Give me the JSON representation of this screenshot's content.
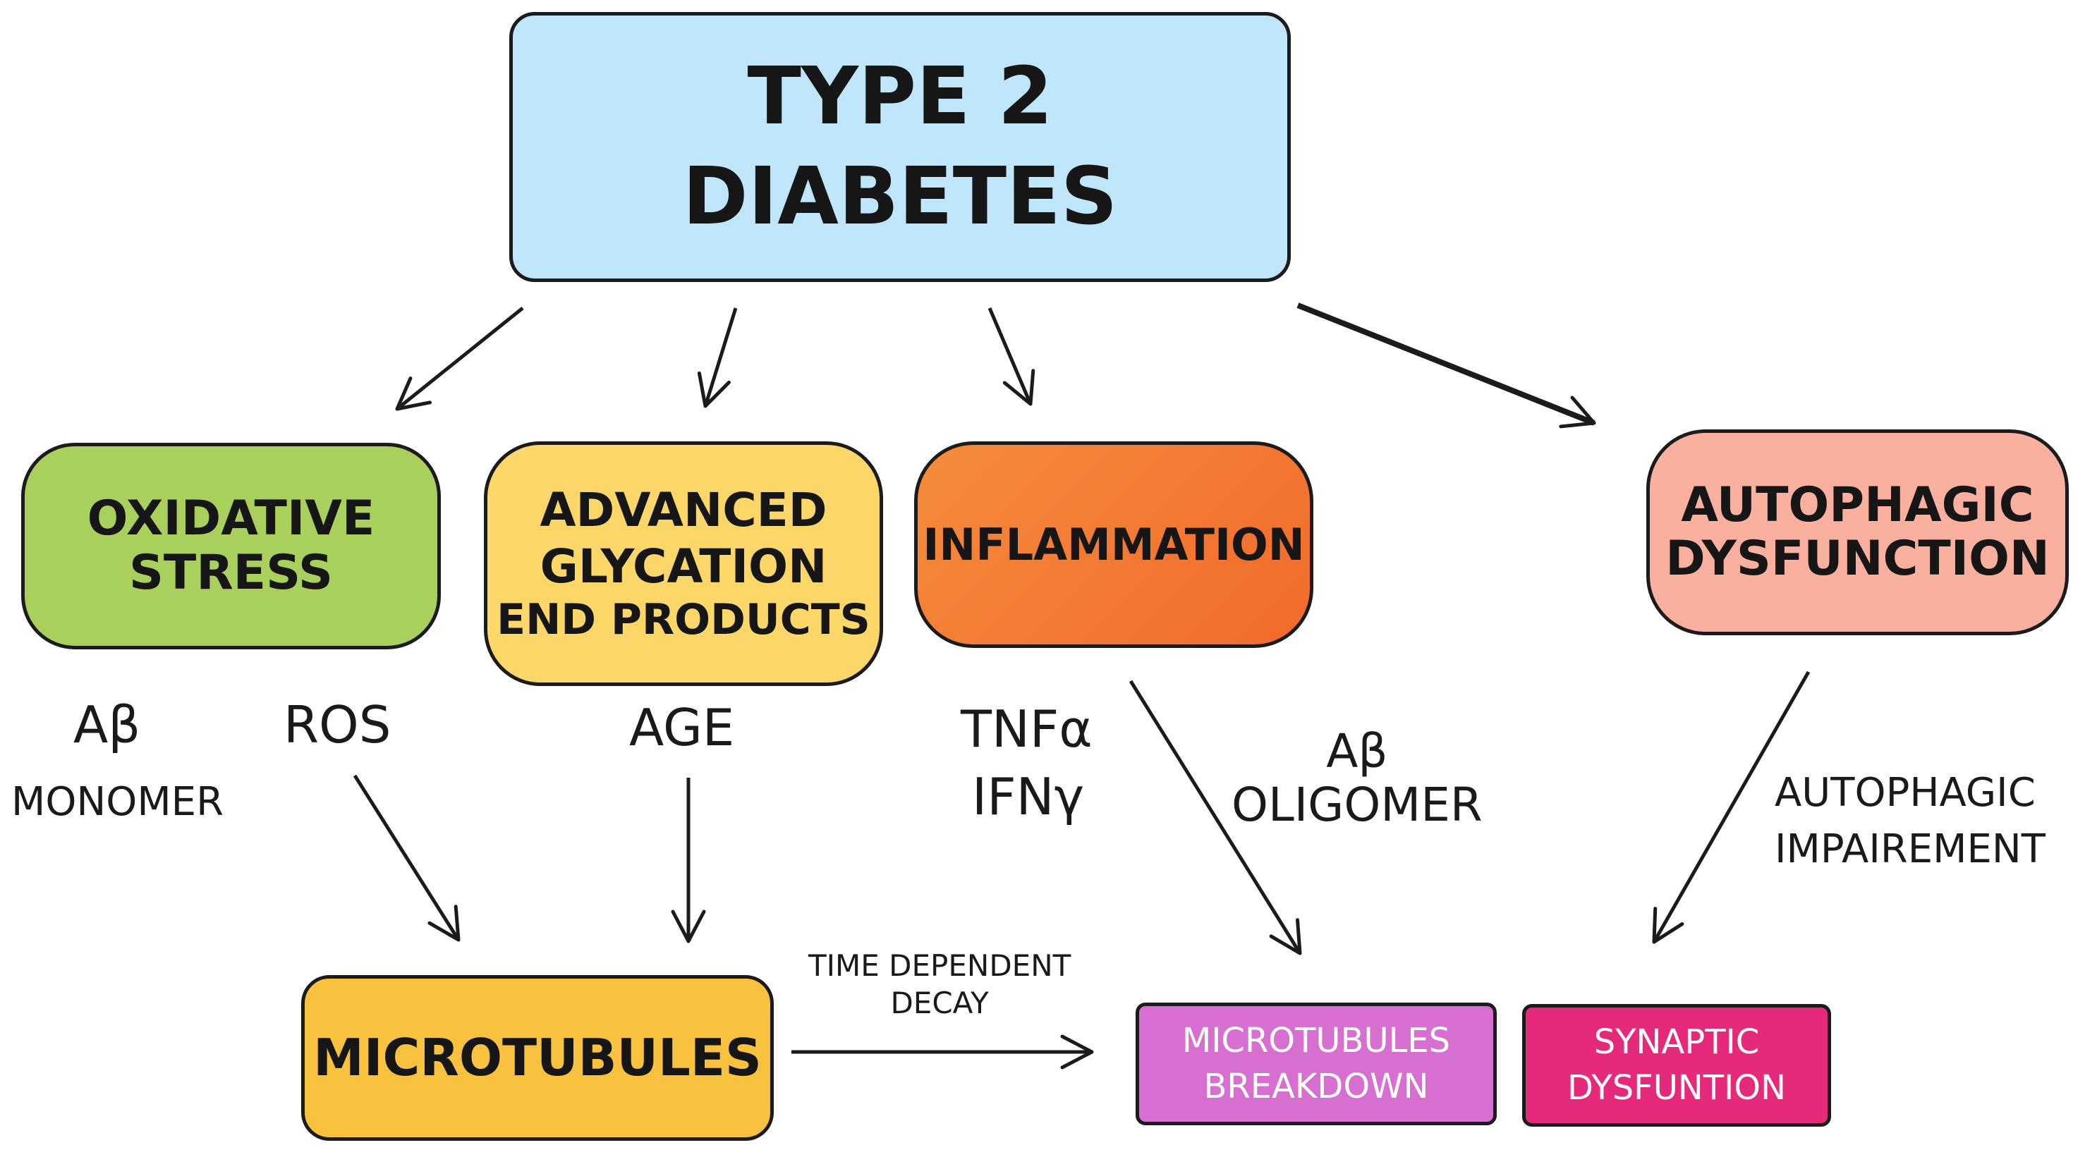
{
  "nodes": {
    "type2_diabetes": [
      "TYPE 2",
      "DIABETES"
    ],
    "oxidative_stress": [
      "OXIDATIVE",
      "STRESS"
    ],
    "advanced_glycation": [
      "ADVANCED",
      "GLYCATION",
      "END PRODUCTS"
    ],
    "inflammation": "INFLAMMATION",
    "autophagic_dysfunction": [
      "AUTOPHAGIC",
      "DYSFUNCTION"
    ],
    "microtubules": "MICROTUBULES",
    "microtubules_breakdown": [
      "MICROTUBULES",
      "BREAKDOWN"
    ],
    "synaptic_dysfunction": [
      "SYNAPTIC",
      "DYSFUNTION"
    ]
  },
  "labels": {
    "abeta": "Aβ",
    "monomer": "MONOMER",
    "ros": "ROS",
    "age": "AGE",
    "tnf": "TNFα",
    "ifn": "IFNγ",
    "abeta_oligomer": [
      "Aβ",
      "OLIGOMER"
    ],
    "autophagic_impairement": [
      "AUTOPHAGIC",
      "IMPAIREMENT"
    ],
    "time_dependent_decay": [
      "TIME DEPENDENT",
      "DECAY"
    ]
  },
  "colors": {
    "type2_diabetes": "#bfe6fb",
    "oxidative_stress": "#a9d05c",
    "advanced_glycation": "#fbd769",
    "inflammation": "#f26a2b",
    "autophagic_dysfunction": "#f9b09f",
    "microtubules": "#f8c13e",
    "microtubules_breakdown": "#d66fcf",
    "synaptic_dysfunction": "#e62a7b"
  }
}
